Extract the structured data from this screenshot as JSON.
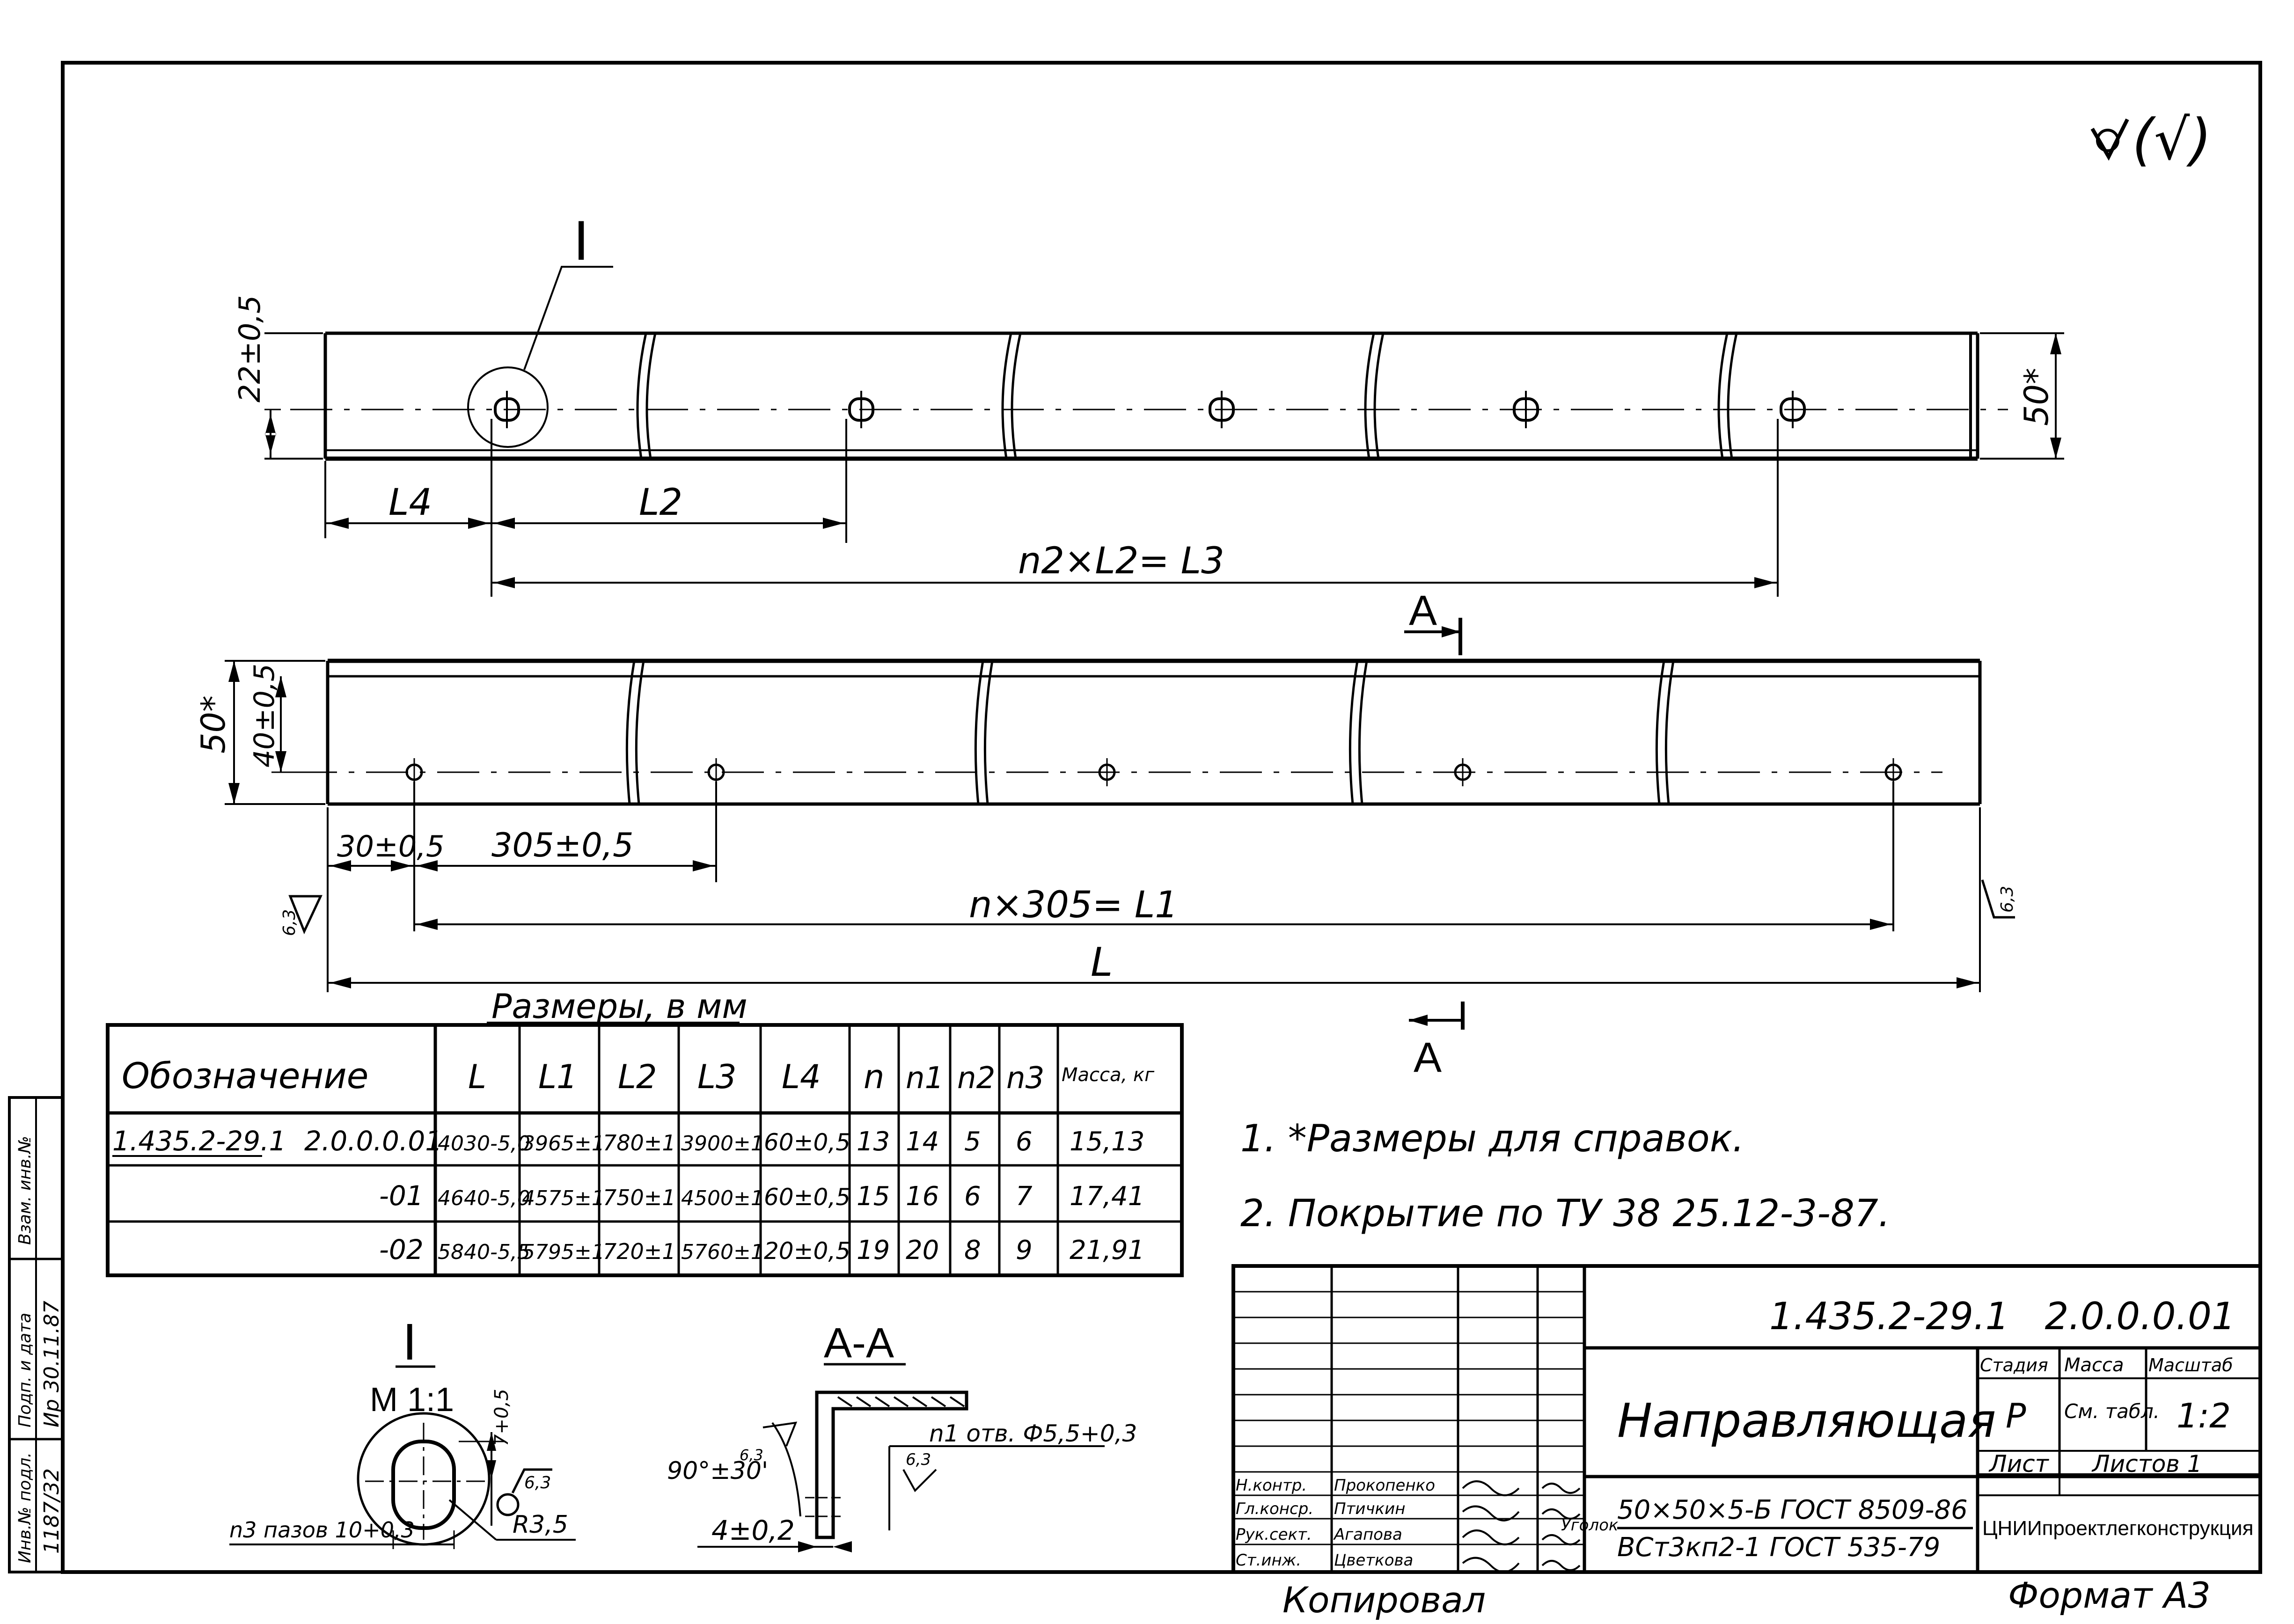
{
  "roughness": {
    "symbol": "∀",
    "paren": "(√)"
  },
  "view_top": {
    "callout": "I",
    "dim_left": "22±0,5",
    "dim_right": "50*",
    "dim_l4": "L4",
    "dim_l2": "L2",
    "dim_chain": "n2×L2= L3"
  },
  "section_mark": {
    "letter": "A"
  },
  "view_front": {
    "dim_left_outer": "50*",
    "dim_left_inner": "40±0,5",
    "dim_30": "30±0,5",
    "dim_305": "305±0,5",
    "dim_chain": "n×305= L1",
    "dim_total": "L",
    "rough_left": "6,3",
    "rough_right": "6,3"
  },
  "table": {
    "caption": "Размеры, в мм",
    "headers": [
      "Обозначение",
      "L",
      "L1",
      "L2",
      "L3",
      "L4",
      "n",
      "n1",
      "n2",
      "n3",
      "Масса, кг"
    ],
    "rows": [
      {
        "code": "1.435.2-29.1",
        "sub": "2.0.0.0.01",
        "cells": [
          "4030-5,0",
          "3965±1",
          "780±1",
          "3900±1",
          "60±0,5",
          "13",
          "14",
          "5",
          "6",
          "15,13"
        ]
      },
      {
        "code": "",
        "sub": "-01",
        "cells": [
          "4640-5,0",
          "4575±1",
          "750±1",
          "4500±1",
          "60±0,5",
          "15",
          "16",
          "6",
          "7",
          "17,41"
        ]
      },
      {
        "code": "",
        "sub": "-02",
        "cells": [
          "5840-5,5",
          "5795±1",
          "720±1",
          "5760±1",
          "20±0,5",
          "19",
          "20",
          "8",
          "9",
          "21,91"
        ]
      }
    ]
  },
  "notes": [
    "1. *Размеры для справок.",
    "2. Покрытие по ТУ 38 25.12-3-87."
  ],
  "detail_i": {
    "title": "I",
    "scale": "М 1:1",
    "dim_7": "7+0,5",
    "rough": "6,3",
    "radius": "R3,5",
    "slots": "n3 пазов 10+0,3"
  },
  "section_aa": {
    "title": "А-А",
    "angle": "90°±30'",
    "angle_rough": "6,3",
    "holes": "n1 отв. Ф5,5+0,3",
    "hole_rough": "6,3",
    "dim_4": "4±0,2"
  },
  "title_block": {
    "doc_number": "1.435.2-29.1   2.0.0.0.01",
    "name": "Направляющая",
    "stage_label": "Стадия",
    "mass_label": "Масса",
    "scale_label": "Масштаб",
    "stage_value": "Р",
    "mass_value": "См. табл.",
    "scale_value": "1:2",
    "sheet_label": "Лист",
    "sheets_label": "Листов 1",
    "material_prefix": "Уголок",
    "material_top": "50×50×5-Б ГОСТ 8509-86",
    "material_bottom": "ВСт3кп2-1 ГОСТ 535-79",
    "organization": "ЦНИИпроектлегконструкция",
    "signatures": [
      {
        "role": "Н.контр.",
        "name": "Прокопенко"
      },
      {
        "role": "Гл.конср.",
        "name": "Птичкин"
      },
      {
        "role": "Рук.сект.",
        "name": "Агапова"
      },
      {
        "role": "Ст.инж.",
        "name": "Цветкова"
      }
    ]
  },
  "side_stamp": {
    "inv_label": "Инв.№ подл.",
    "sign_label": "Подп. и дата",
    "replace_label": "Взам. инв.№",
    "inv_value": "1187/32",
    "sign_value": "Ир 30.11.87"
  },
  "footer": {
    "copied": "Копировал",
    "format": "Формат А3"
  }
}
